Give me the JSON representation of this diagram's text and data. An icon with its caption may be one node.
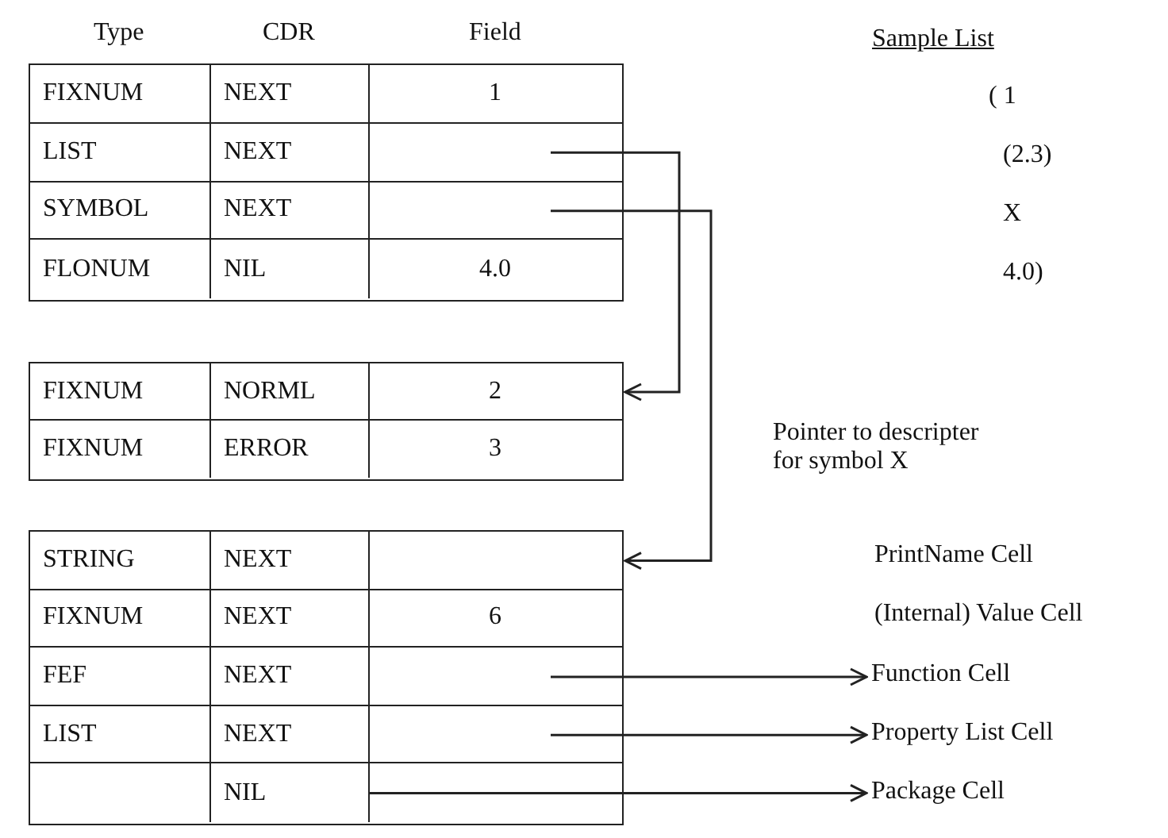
{
  "diagram": {
    "nodes": [
      {
        "text": [],
        "shape": "box"
      },
      {
        "text": [
          "FIXNUM",
          "NEXT",
          "1"
        ],
        "in": 0
      },
      {
        "text": [
          "LIST",
          "NEXT"
        ],
        "in": 0
      },
      {
        "text": [
          "SYMBOL",
          "NEXT"
        ],
        "in": 0
      },
      {
        "text": [
          "FLONUM",
          "NIL",
          "4.0"
        ],
        "in": 0
      },
      {
        "text": [],
        "shape": "box"
      },
      {
        "text": [
          "FIXNUM",
          "NORML",
          "2"
        ],
        "in": 5
      },
      {
        "text": [
          "FIXNUM",
          "ERROR",
          "3"
        ],
        "in": 5
      },
      {
        "text": [],
        "shape": "box"
      },
      {
        "text": [
          "STRING",
          "NEXT"
        ],
        "in": 8
      },
      {
        "text": [
          "FIXNUM",
          "NEXT",
          "6"
        ],
        "in": 8
      },
      {
        "text": [
          "FEF",
          "NEXT"
        ],
        "in": 8
      },
      {
        "text": [
          "LIST",
          "NEXT"
        ],
        "in": 8
      },
      {
        "text": [
          "NIL"
        ],
        "in": 8
      },
      {
        "text": [
          "Function Cell"
        ]
      },
      {
        "text": [
          "Property List Cell"
        ]
      },
      {
        "text": [
          "Package Cell"
        ]
      }
    ],
    "edges": [
      {
        "from": 2,
        "to": 6,
        "arrow": "to"
      },
      {
        "from": 3,
        "to": 9,
        "arrow": "to"
      },
      {
        "from": 11,
        "to": 14,
        "arrow": "to"
      },
      {
        "from": 12,
        "to": 15,
        "arrow": "to"
      },
      {
        "from": 13,
        "to": 16,
        "arrow": "to"
      }
    ],
    "labels": [
      "Type",
      "CDR",
      "Field",
      "Sample List",
      "( 1",
      "(2.3)",
      "X",
      "4.0)",
      "Pointer to descripter for symbol X",
      "PrintName Cell",
      "(Internal) Value Cell"
    ]
  }
}
